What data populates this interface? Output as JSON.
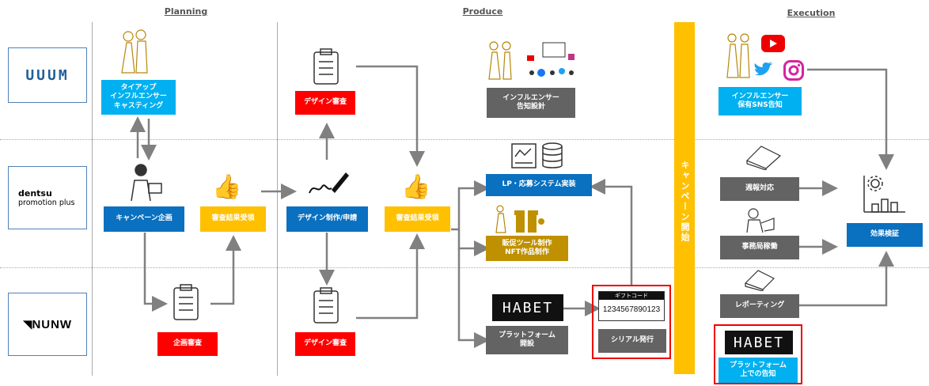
{
  "phases": {
    "planning": "Planning",
    "produce": "Produce",
    "execution": "Execution"
  },
  "logos": {
    "uuum": "UUUM",
    "dentsu_line1": "dentsu",
    "dentsu_line2": "promotion plus",
    "nunw": "NUNW"
  },
  "boxes": {
    "tieup_casting": "タイアップ\nインフルエンサー\nキャスティング",
    "campaign_plan": "キャンペーン企画",
    "review_received_1": "審査結果受領",
    "plan_review": "企画審査",
    "design_review_top": "デザイン審査",
    "design_production": "デザイン制作/申請",
    "design_review_bottom": "デザイン審査",
    "influencer_design": "インフルエンサー\n告知設計",
    "review_received_2": "審査結果受領",
    "lp_system": "LP・応募システム実装",
    "promo_tools": "販促ツール制作\nNFT作品制作",
    "platform_open": "プラットフォーム\n開設",
    "serial_issue": "シリアル発行",
    "campaign_start": "キャンペーン開始",
    "influencer_sns": "インフルエンサー\n保有SNS告知",
    "weekly_report": "週報対応",
    "office_operation": "事務局稼働",
    "reporting": "レポーティング",
    "platform_notice": "プラットフォーム\n上での告知",
    "effect_verification": "効果検証"
  },
  "habet": {
    "logo_text": "HABET"
  },
  "gift_card": {
    "title": "ギフトコード",
    "code": "1234567890123"
  },
  "colors": {
    "blue": "#0a70c0",
    "sky": "#00b0f0",
    "red": "#ff0000",
    "gold": "#ffc000",
    "gray": "#636363",
    "mustard": "#bf9000"
  },
  "icons": [
    "couple-icon",
    "clipboard-icon",
    "thumbs-up-icon",
    "signature-pen-icon",
    "person-laptop-icon",
    "dashboard-icon",
    "database-icon",
    "gift-icon",
    "youtube-icon",
    "twitter-icon",
    "instagram-icon",
    "notebook-icon",
    "analytics-icon"
  ]
}
